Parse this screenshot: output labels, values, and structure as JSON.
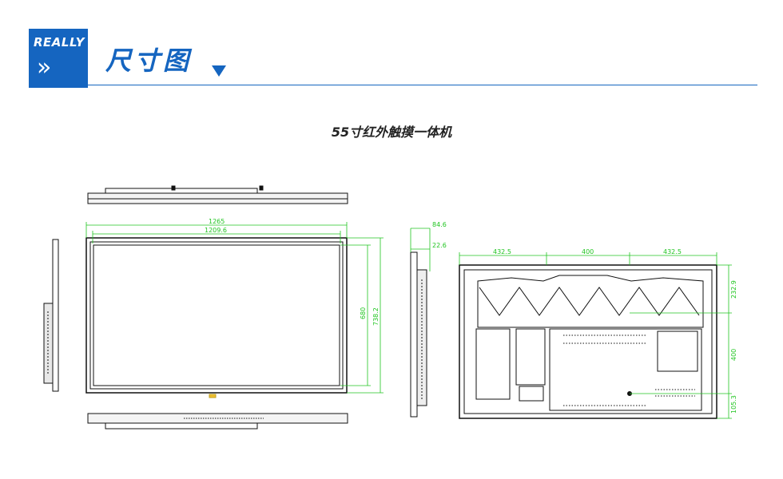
{
  "logo": {
    "brand": "REALLY",
    "chevrons": "»"
  },
  "header": {
    "title": "尺寸图"
  },
  "caption": "55寸红外触摸一体机",
  "dimensions": {
    "overall_width": "1265",
    "inner_width": "1209.6",
    "view_height": "680",
    "overall_height": "738.2",
    "depth_total": "84.6",
    "depth_panel": "22.6",
    "mount_left": "432.5",
    "mount_center": "400",
    "mount_right": "432.5",
    "vesa_top": "232.9",
    "vesa_height": "400",
    "vesa_bottom": "105.3"
  },
  "colors": {
    "brand": "#1565c0",
    "dimension": "#21c521",
    "drawing": "#111111"
  }
}
